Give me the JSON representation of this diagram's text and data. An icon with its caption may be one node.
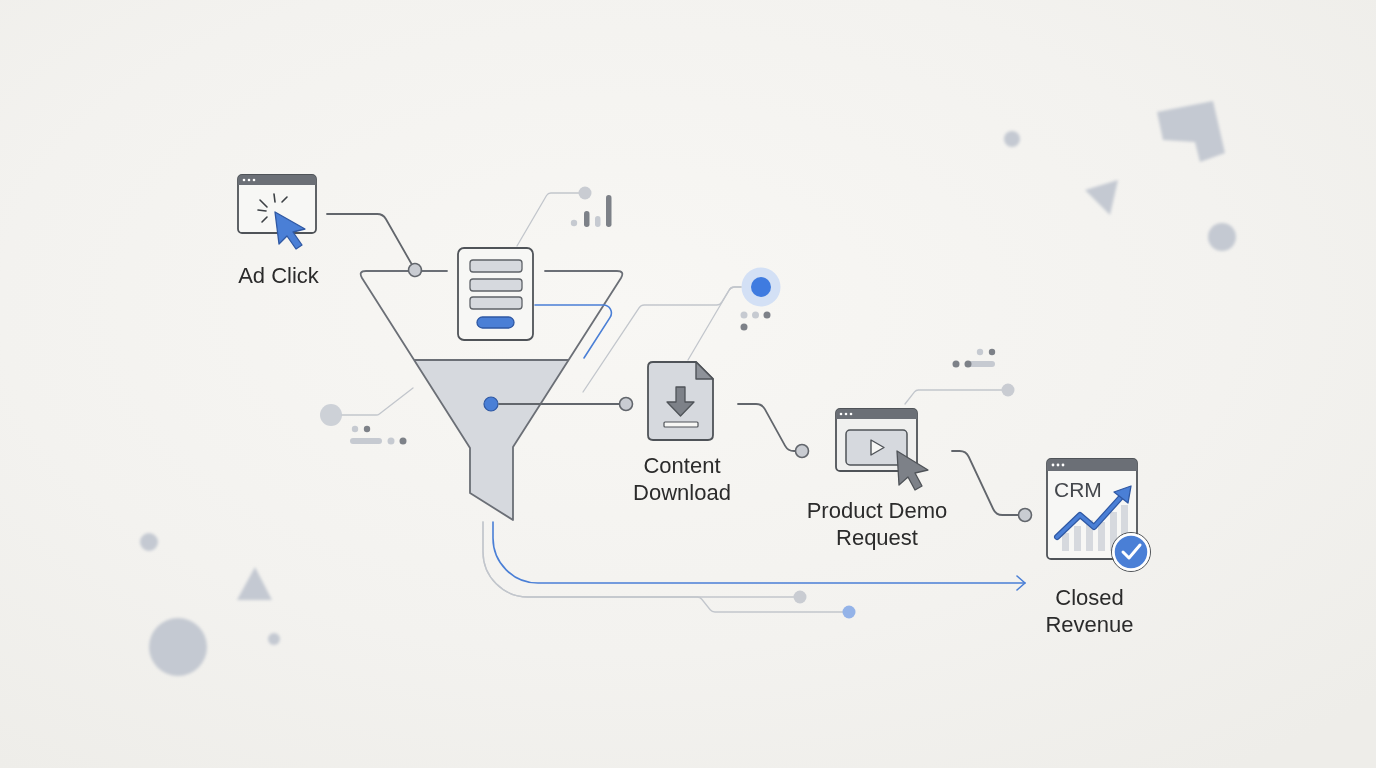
{
  "diagram": {
    "nodes": [
      {
        "text": [
          "Ad Click"
        ]
      },
      {
        "text": [],
        "shape": "funnel"
      },
      {
        "text": [],
        "shape": "circle",
        "in": 1
      },
      {
        "text": [],
        "shape": "picture"
      },
      {
        "text": [],
        "shape": "circle"
      },
      {
        "text": [
          "Content Download"
        ]
      },
      {
        "text": [
          "Product Demo Request"
        ]
      },
      {
        "text": [
          "CRM",
          "Closed Revenue"
        ]
      },
      {
        "text": [],
        "shape": "circle"
      },
      {
        "text": [],
        "shape": "picture"
      }
    ],
    "edges": [
      {
        "from": 0,
        "to": 1,
        "arrow": "other",
        "color": "#62666c"
      },
      {
        "from": 2,
        "to": 5,
        "arrow": "other",
        "color": "#62666c"
      },
      {
        "from": 5,
        "to": 6,
        "arrow": "other",
        "color": "#62666c"
      },
      {
        "from": 6,
        "to": 7,
        "arrow": "other",
        "color": "#62666c"
      },
      {
        "from": 1,
        "to": 7,
        "arrow": "to",
        "color": "#4a7fd6"
      },
      {
        "from": 3,
        "to": 9,
        "arrow": "other"
      },
      {
        "from": null,
        "to": 4,
        "arrow": "none"
      },
      {
        "from": 5,
        "to": 4,
        "arrow": "none"
      },
      {
        "from": 8,
        "to": null,
        "arrow": "none"
      },
      {
        "from": 6,
        "to": null,
        "arrow": "other"
      },
      {
        "from": 1,
        "to": null,
        "arrow": "other"
      },
      {
        "from": 1,
        "to": null,
        "arrow": "other"
      },
      {
        "from": 3,
        "to": null,
        "arrow": "none",
        "color": "#4a7fd6"
      }
    ]
  }
}
